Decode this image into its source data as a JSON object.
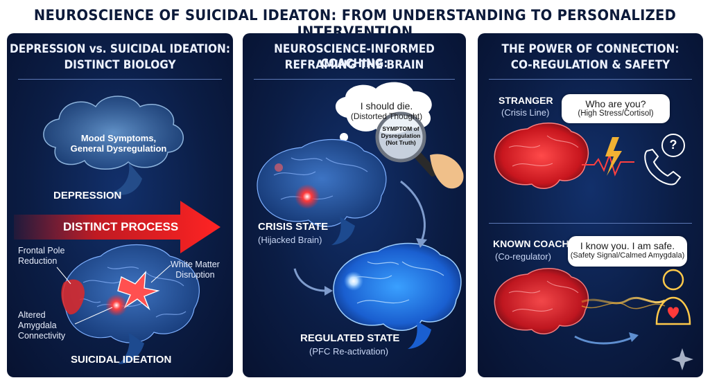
{
  "title": "NEUROSCIENCE OF SUICIDAL IDEATON: FROM UNDERSTANDING TO PERSONALIZED INTERVENTION",
  "panel1": {
    "heading_line1": "DEPRESSION vs. SUICIDAL IDEATION:",
    "heading_line2": "DISTINCT BIOLOGY",
    "cloud_line1": "Mood Symptoms,",
    "cloud_line2": "General Dysregulation",
    "depression_label": "DEPRESSION",
    "arrow_label": "DISTINCT PROCESS",
    "frontal_line1": "Frontal Pole",
    "frontal_line2": "Reduction",
    "white_line1": "White Matter",
    "white_line2": "Disruption",
    "amyg_line1": "Altered",
    "amyg_line2": "Amygdala",
    "amyg_line3": "Connectivity",
    "si_label": "SUICIDAL IDEATION"
  },
  "panel2": {
    "heading_line1": "NEUROSCIENCE-INFORMED COACHING:",
    "heading_line2": "REFRAMING THE BRAIN",
    "thought_line1": "I should die.",
    "thought_line2": "(Distorted Thought)",
    "lens_line1": "SYMPTOM of",
    "lens_line2": "Dysregulation",
    "lens_line3": "(Not Truth)",
    "crisis_label": "CRISIS STATE",
    "crisis_sub": "(Hijacked Brain)",
    "regulated_label": "REGULATED STATE",
    "regulated_sub": "(PFC Re-activation)"
  },
  "panel3": {
    "heading_line1": "THE POWER OF CONNECTION:",
    "heading_line2": "CO-REGULATION & SAFETY",
    "stranger_label": "STRANGER",
    "stranger_sub": "(Crisis Line)",
    "stranger_bubble_line1": "Who are you?",
    "stranger_bubble_line2": "(High Stress/Cortisol)",
    "question_mark": "?",
    "coach_label": "KNOWN COACH",
    "coach_sub": "(Co-regulator)",
    "coach_bubble_line1": "I know you. I am safe.",
    "coach_bubble_line2": "(Safety Signal/Calmed Amygdala)"
  },
  "colors": {
    "panel_bg": "#0b1d45",
    "title_text": "#0c1a3a",
    "arrow_red": "#e01818",
    "glow_red": "#ff3030",
    "glow_blue": "#3aa0ff",
    "gold": "#f2b233"
  }
}
